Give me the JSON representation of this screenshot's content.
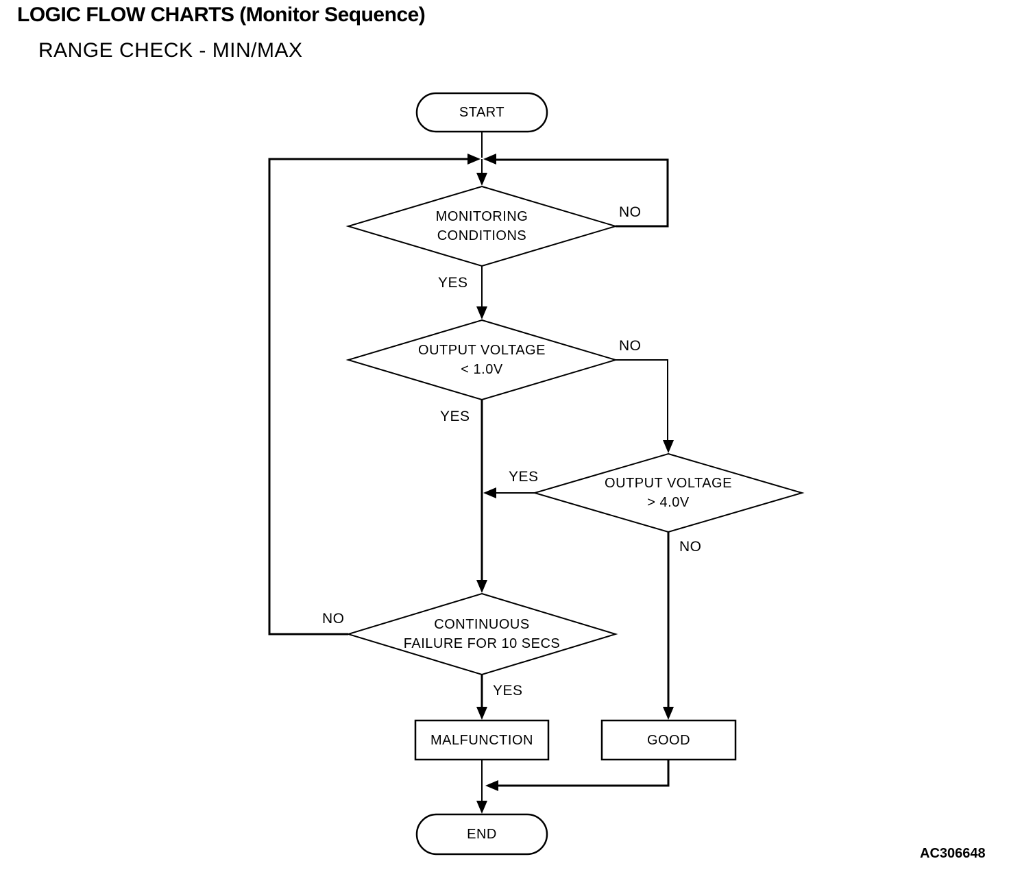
{
  "header": {
    "title": "LOGIC FLOW CHARTS (Monitor Sequence)",
    "subtitle": "RANGE CHECK - MIN/MAX"
  },
  "figure_code": "AC306648",
  "colors": {
    "line": "#000000",
    "background": "#ffffff"
  },
  "flowchart": {
    "nodes": {
      "start": {
        "type": "terminator",
        "label": "START"
      },
      "monitoring": {
        "type": "decision",
        "line1": "MONITORING",
        "line2": "CONDITIONS"
      },
      "voltage_low": {
        "type": "decision",
        "line1": "OUTPUT VOLTAGE",
        "line2": "< 1.0V"
      },
      "voltage_high": {
        "type": "decision",
        "line1": "OUTPUT VOLTAGE",
        "line2": "> 4.0V"
      },
      "continuous": {
        "type": "decision",
        "line1": "CONTINUOUS",
        "line2": "FAILURE FOR 10 SECS"
      },
      "malfunction": {
        "type": "process",
        "label": "MALFUNCTION"
      },
      "good": {
        "type": "process",
        "label": "GOOD"
      },
      "end": {
        "type": "terminator",
        "label": "END"
      }
    },
    "edge_labels": {
      "monitoring_yes": "YES",
      "monitoring_no": "NO",
      "voltage_low_yes": "YES",
      "voltage_low_no": "NO",
      "voltage_high_yes": "YES",
      "voltage_high_no": "NO",
      "continuous_yes": "YES",
      "continuous_no": "NO"
    },
    "edges": [
      {
        "from": "start",
        "to": "monitoring",
        "label": ""
      },
      {
        "from": "monitoring",
        "to": "voltage_low",
        "label": "YES"
      },
      {
        "from": "monitoring",
        "to": "monitoring",
        "label": "NO"
      },
      {
        "from": "voltage_low",
        "to": "continuous",
        "label": "YES"
      },
      {
        "from": "voltage_low",
        "to": "voltage_high",
        "label": "NO"
      },
      {
        "from": "voltage_high",
        "to": "continuous",
        "label": "YES"
      },
      {
        "from": "voltage_high",
        "to": "good",
        "label": "NO"
      },
      {
        "from": "continuous",
        "to": "malfunction",
        "label": "YES"
      },
      {
        "from": "continuous",
        "to": "monitoring",
        "label": "NO"
      },
      {
        "from": "malfunction",
        "to": "end",
        "label": ""
      },
      {
        "from": "good",
        "to": "end",
        "label": ""
      }
    ]
  }
}
